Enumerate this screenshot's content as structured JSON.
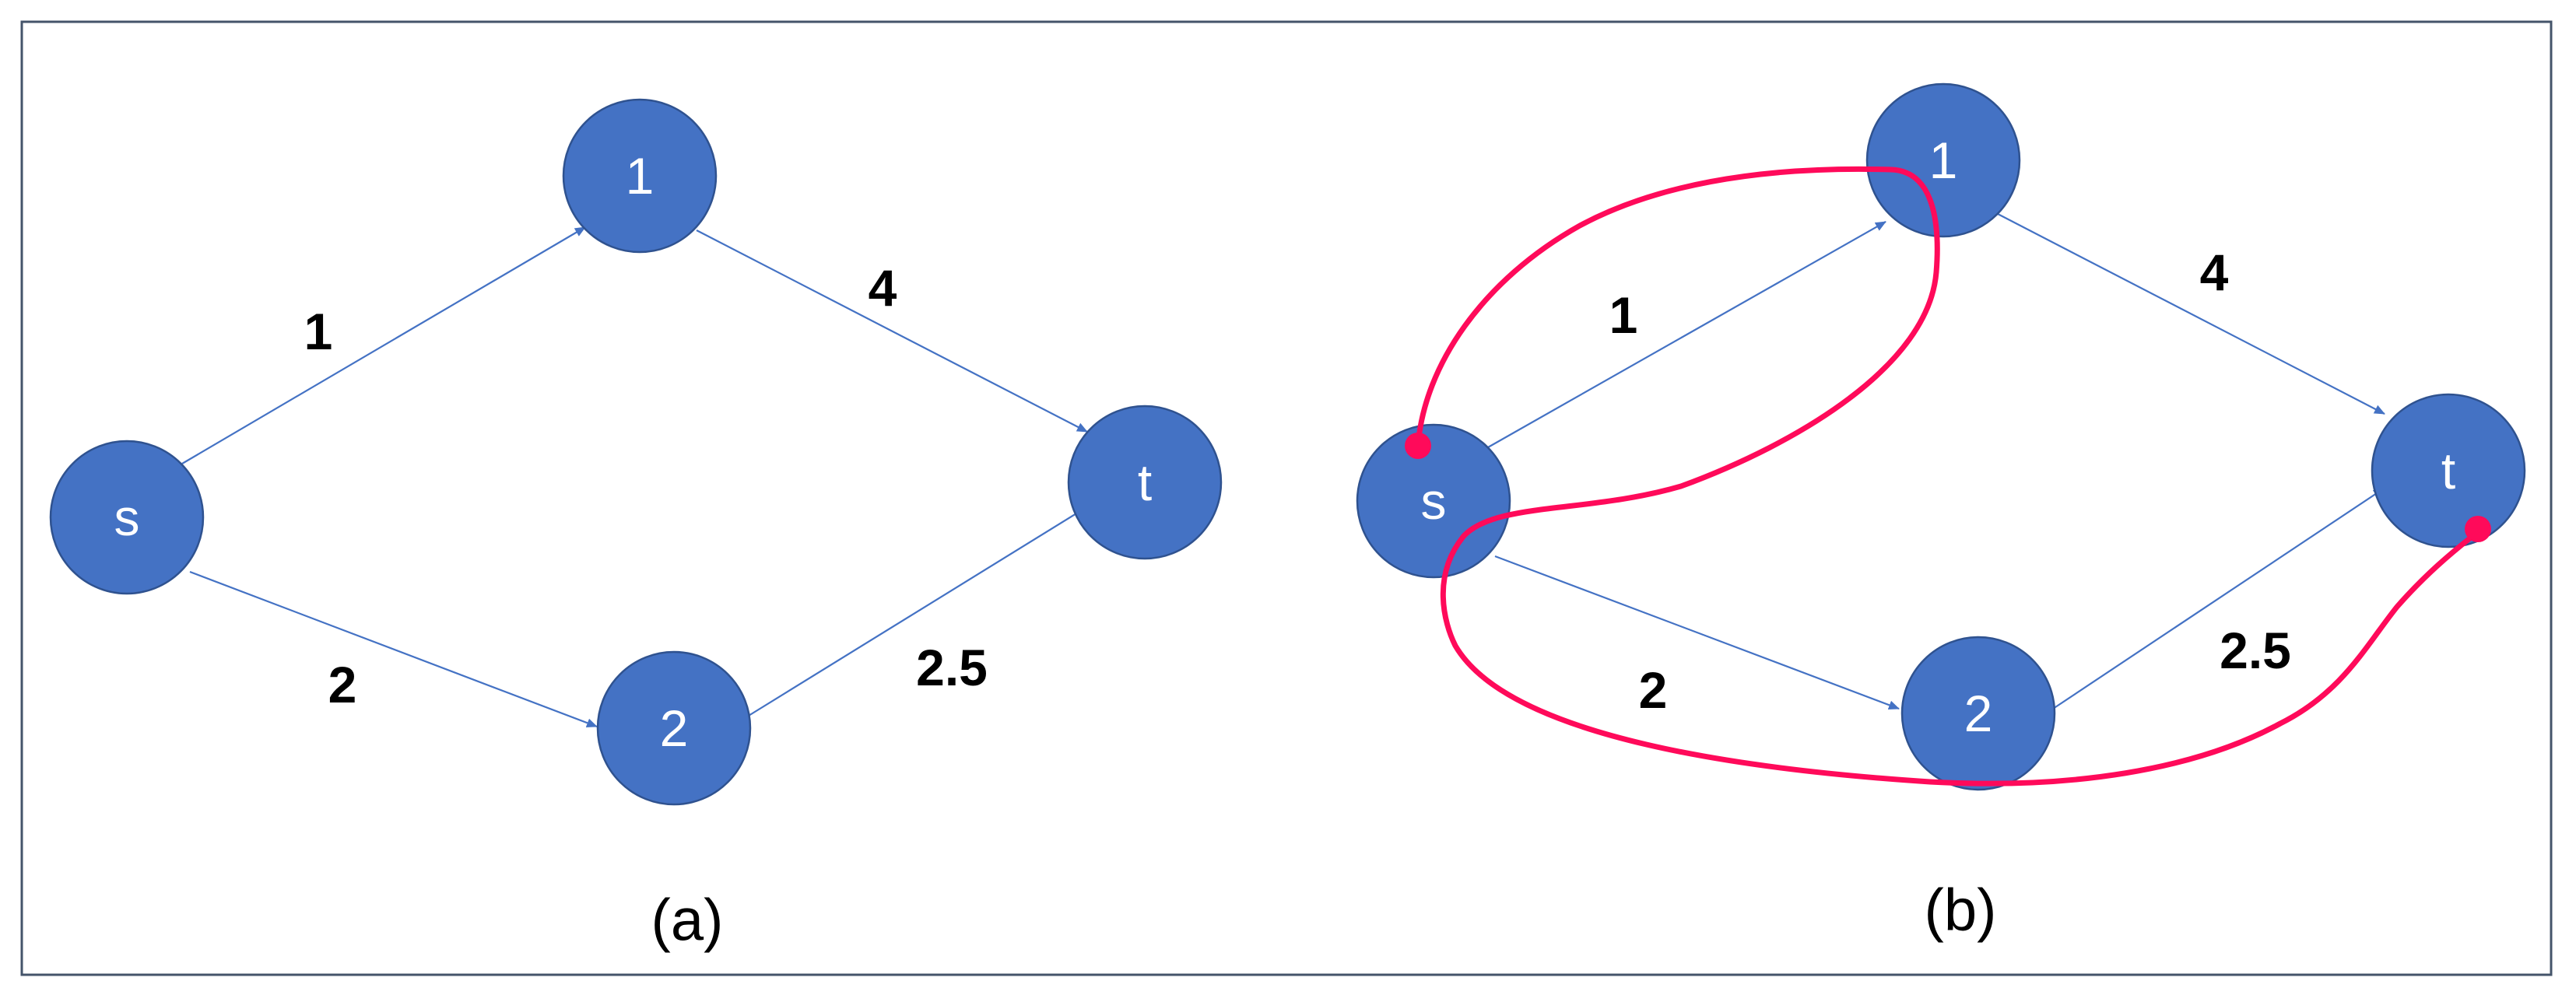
{
  "diagrams": [
    {
      "caption": "(a)",
      "nodes": [
        {
          "id": "s",
          "label": "s"
        },
        {
          "id": "1",
          "label": "1"
        },
        {
          "id": "2",
          "label": "2"
        },
        {
          "id": "t",
          "label": "t"
        }
      ],
      "edges": [
        {
          "from": "s",
          "to": "1",
          "weight": "1"
        },
        {
          "from": "s",
          "to": "2",
          "weight": "2"
        },
        {
          "from": "1",
          "to": "t",
          "weight": "4"
        },
        {
          "from": "2",
          "to": "t",
          "weight": "2.5"
        }
      ]
    },
    {
      "caption": "(b)",
      "nodes": [
        {
          "id": "s",
          "label": "s"
        },
        {
          "id": "1",
          "label": "1"
        },
        {
          "id": "2",
          "label": "2"
        },
        {
          "id": "t",
          "label": "t"
        }
      ],
      "edges": [
        {
          "from": "s",
          "to": "1",
          "weight": "1"
        },
        {
          "from": "s",
          "to": "2",
          "weight": "2"
        },
        {
          "from": "1",
          "to": "t",
          "weight": "4"
        },
        {
          "from": "2",
          "to": "t",
          "weight": "2.5"
        }
      ],
      "highlight": {
        "from": "s",
        "to": "t",
        "color": "#ff0a5a"
      }
    }
  ],
  "colors": {
    "node_fill": "#4472c4",
    "node_stroke": "#2f528f",
    "edge": "#4472c4",
    "frame": "#44546a",
    "highlight": "#ff0a5a"
  }
}
